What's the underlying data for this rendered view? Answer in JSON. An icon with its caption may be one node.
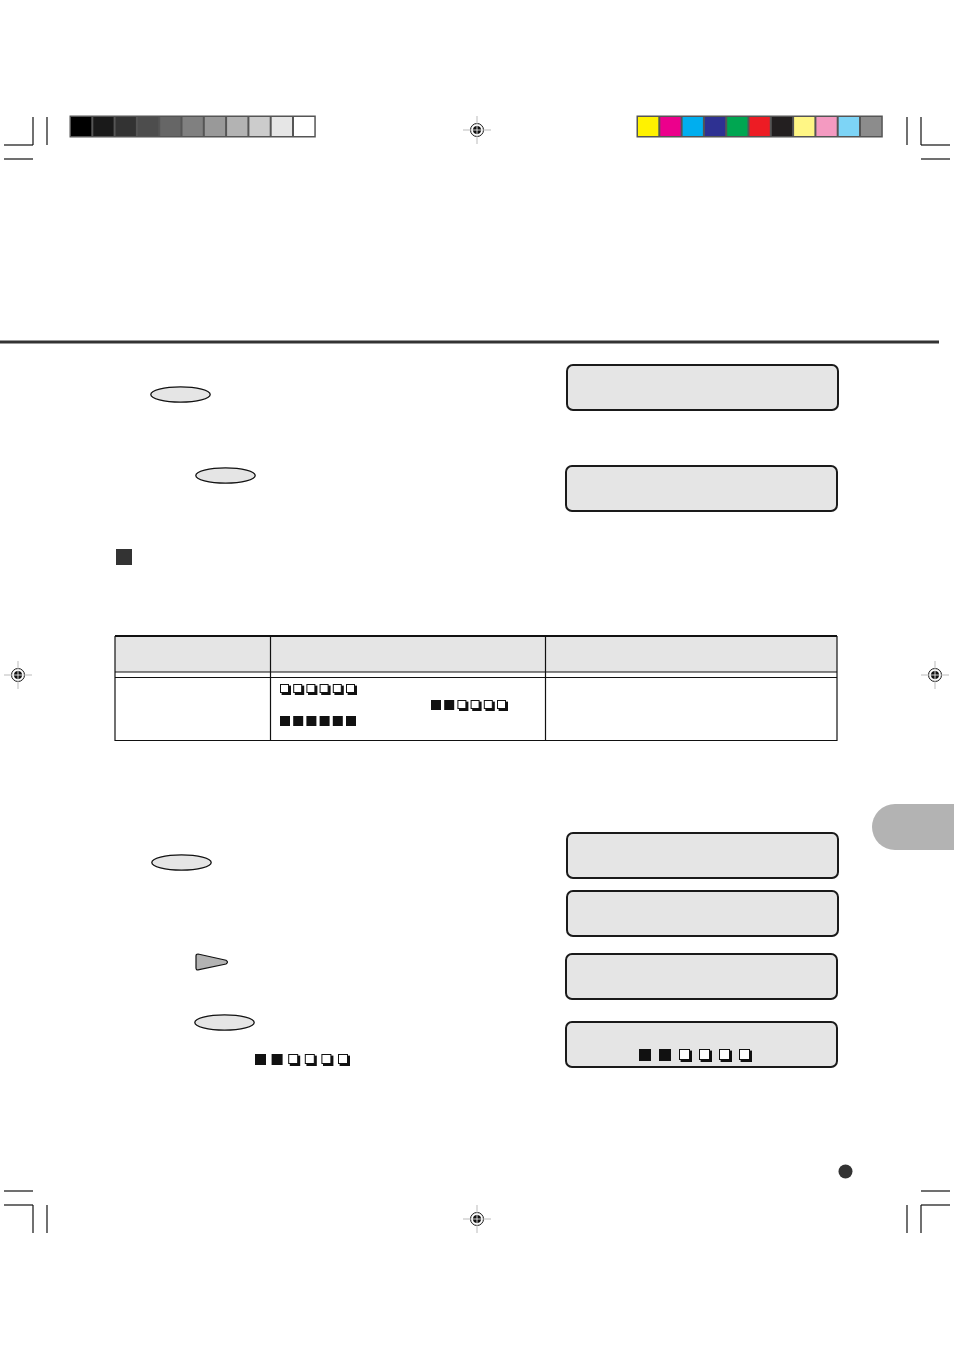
{
  "diagram": {
    "nodes": [
      {
        "text": [],
        "shape": "ellipse"
      },
      {
        "text": [],
        "shape": "box"
      },
      {
        "text": [],
        "shape": "ellipse"
      },
      {
        "text": [],
        "shape": "box"
      },
      {
        "text": [],
        "shape": "tab"
      },
      {
        "text": [],
        "shape": "ellipse"
      },
      {
        "text": [],
        "shape": "box"
      },
      {
        "text": [],
        "shape": "box"
      },
      {
        "text": [],
        "shape": "triangle"
      },
      {
        "text": [],
        "shape": "box"
      },
      {
        "text": [],
        "shape": "ellipse"
      },
      {
        "text": [],
        "shape": "box"
      }
    ]
  }
}
